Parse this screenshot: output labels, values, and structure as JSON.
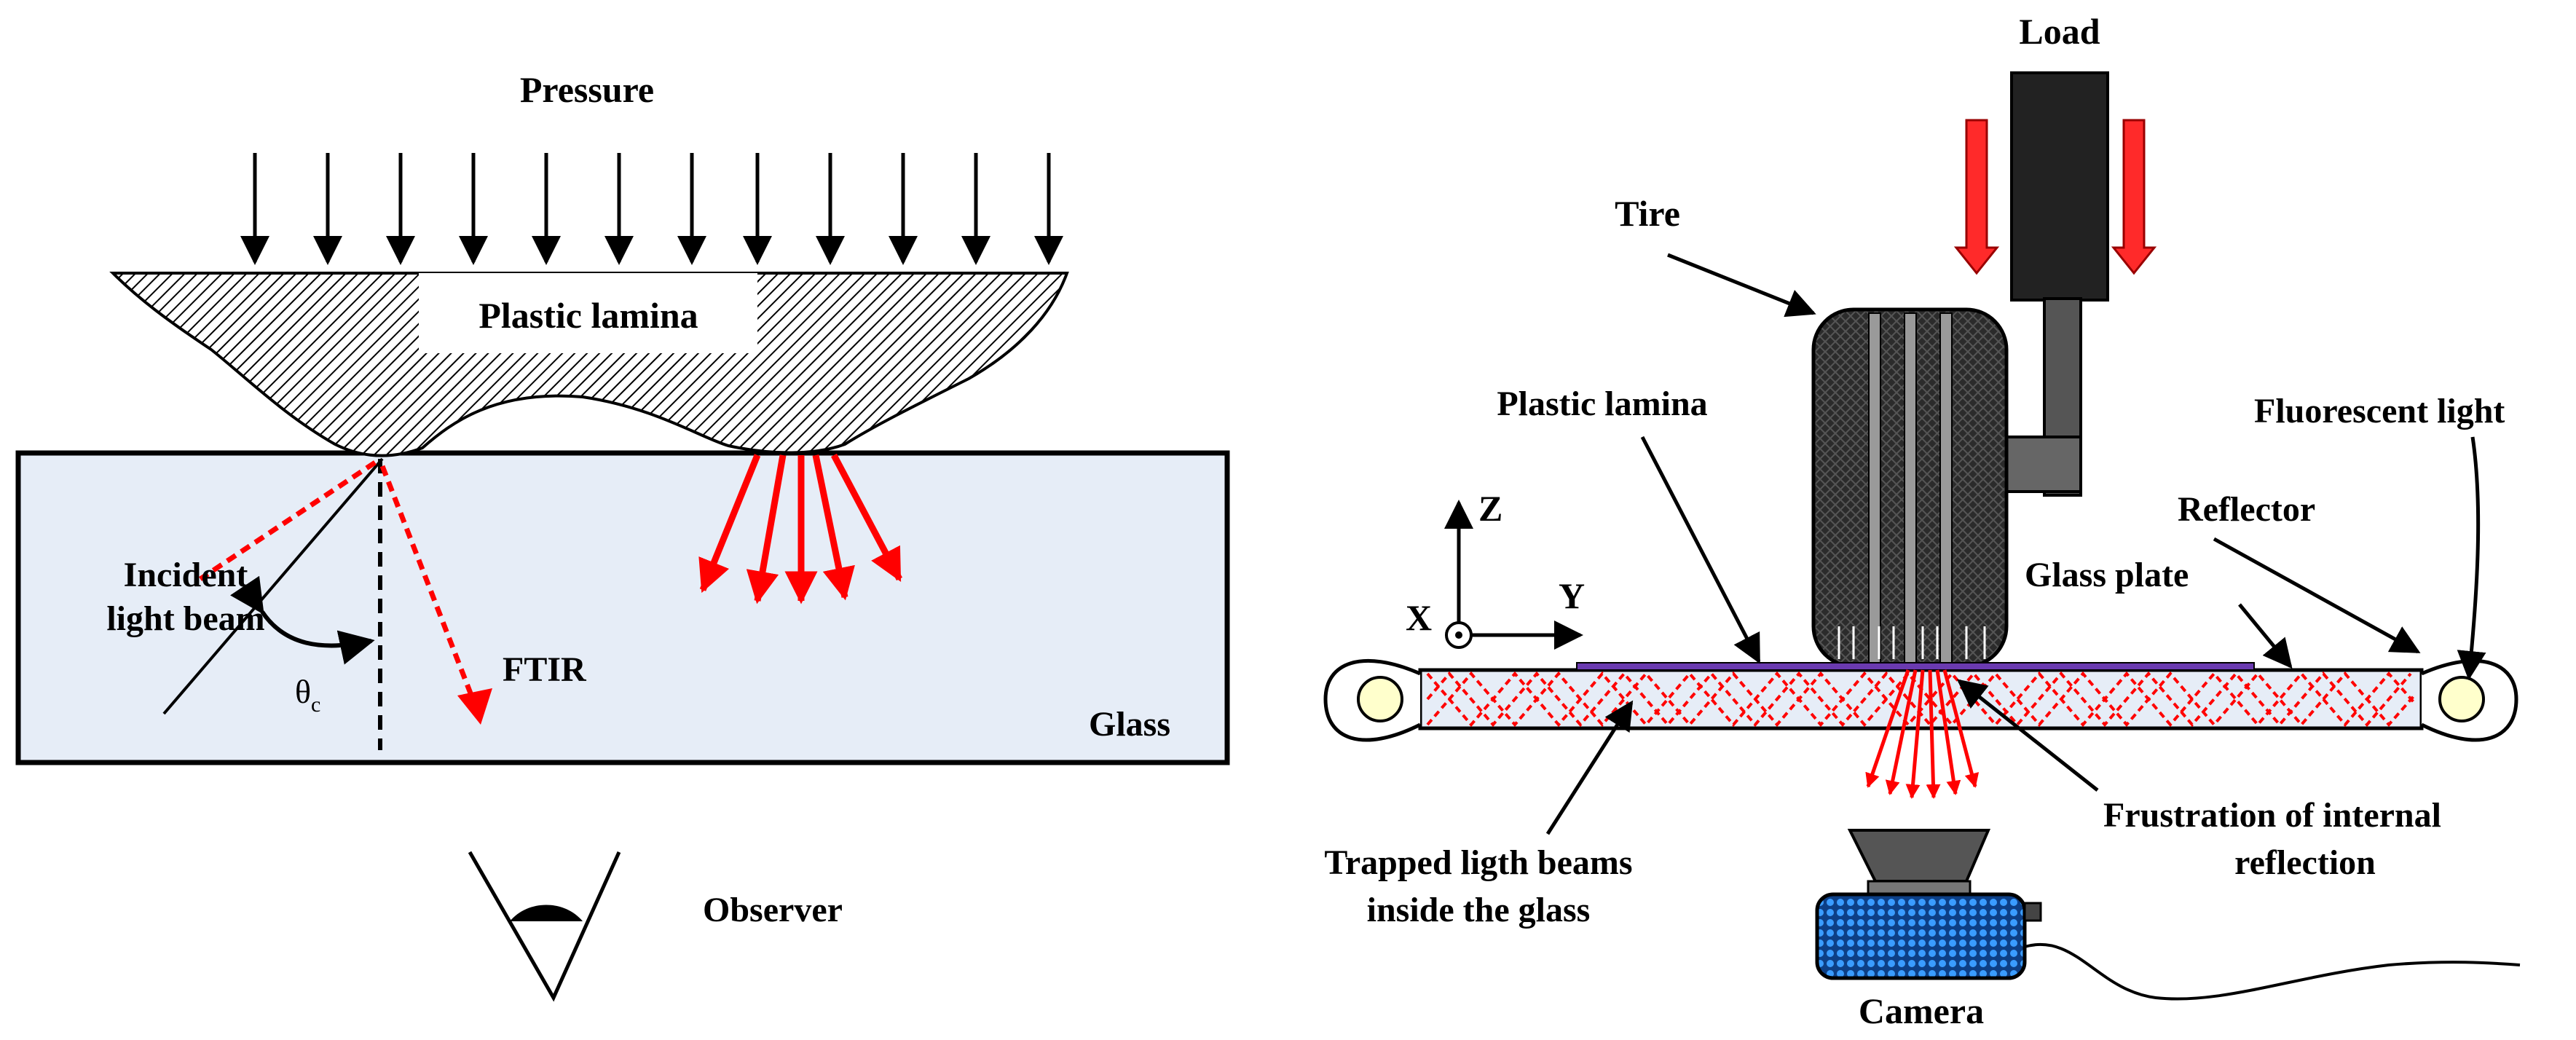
{
  "left_panel": {
    "pressure_label": "Pressure",
    "plastic_lamina_label": "Plastic lamina",
    "incident_label_line1": "Incident",
    "incident_label_line2": "light beam",
    "angle_label": "θ",
    "angle_subscript": "c",
    "ftir_label": "FTIR",
    "glass_label": "Glass",
    "observer_label": "Observer"
  },
  "right_panel": {
    "load_label": "Load",
    "tire_label": "Tire",
    "plastic_lamina_label": "Plastic lamina",
    "fluorescent_label": "Fluorescent light",
    "reflector_label": "Reflector",
    "glass_plate_label": "Glass plate",
    "axis_z": "Z",
    "axis_x": "X",
    "axis_y": "Y",
    "trapped_line1": "Trapped ligth beams",
    "trapped_line2": "inside the glass",
    "frustration_line1": "Frustration of internal",
    "frustration_line2": "reflection",
    "camera_label": "Camera"
  },
  "colors": {
    "glass_fill": "#e6edf7",
    "ftir_red": "#ff0000",
    "camera_blue": "#1e6fd9",
    "tire_dark": "#2a2a2a",
    "load_block": "#222222"
  }
}
